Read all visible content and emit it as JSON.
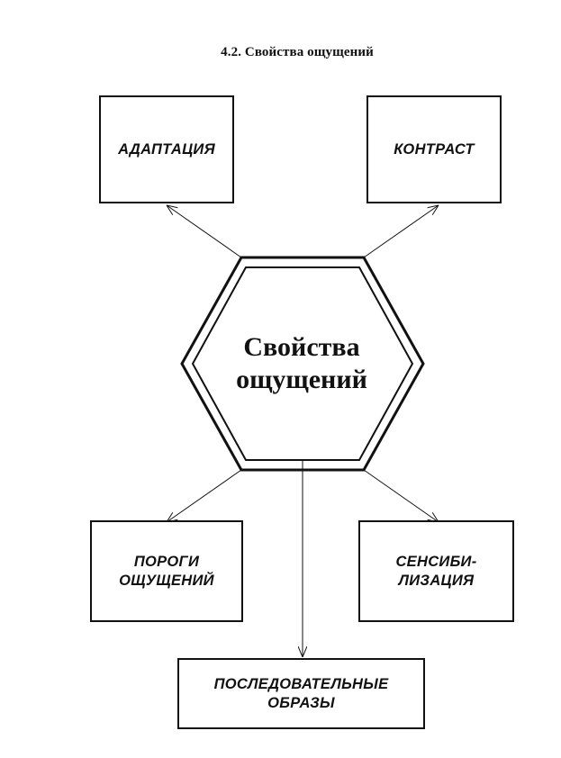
{
  "title": "4.2. Свойства ощущений",
  "center": {
    "line1": "Свойства",
    "line2": "ощущений"
  },
  "nodes": {
    "adaptation": "АДАПТАЦИЯ",
    "contrast": "КОНТРАСТ",
    "thresholds": "ПОРОГИ\nОЩУЩЕНИЙ",
    "sensitization": "СЕНСИБИ-\nЛИЗАЦИЯ",
    "afterimages": "ПОСЛЕДОВАТЕЛЬНЫЕ\nОБРАЗЫ"
  }
}
